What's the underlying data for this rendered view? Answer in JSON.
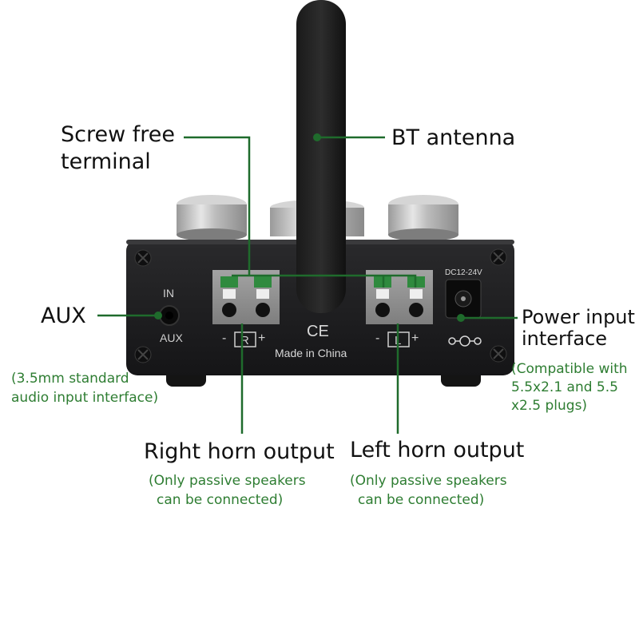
{
  "labels": {
    "screw_free_terminal": [
      "Screw free",
      "terminal"
    ],
    "bt_antenna": "BT antenna",
    "aux": "AUX",
    "aux_note": [
      "(3.5mm standard",
      "audio input interface)"
    ],
    "power_input": [
      "Power input",
      "interface"
    ],
    "power_note": [
      "(Compatible with",
      "5.5x2.1 and 5.5",
      "x2.5 plugs)"
    ],
    "right_horn": "Right horn output",
    "right_note": [
      "(Only passive speakers",
      "can be connected)"
    ],
    "left_horn": "Left horn output",
    "left_note": [
      "(Only passive speakers",
      "can be connected)"
    ]
  },
  "device_markings": {
    "in": "IN",
    "aux": "AUX",
    "dc": "DC12-24V",
    "ce": "CE",
    "made_in": "Made in China",
    "right_channel": "R",
    "left_channel": "L",
    "minus": "-",
    "plus": "+"
  },
  "colors": {
    "callout_green": "#1f6b2c",
    "note_green": "#2e7d32",
    "panel": "#1b1b1d",
    "terminal": "#8e8e8e",
    "clip_green": "#2f8a3e"
  }
}
